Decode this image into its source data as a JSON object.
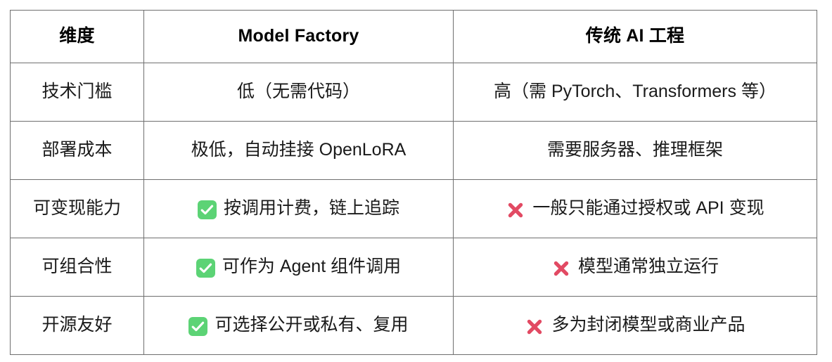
{
  "table": {
    "columns": [
      "维度",
      "Model Factory",
      "传统 AI 工程"
    ],
    "rows": [
      {
        "dimension": "技术门槛",
        "model_factory": {
          "icon": "none",
          "text": "低（无需代码）"
        },
        "traditional": {
          "icon": "none",
          "text": "高（需 PyTorch、Transformers 等）"
        }
      },
      {
        "dimension": "部署成本",
        "model_factory": {
          "icon": "none",
          "text": "极低，自动挂接 OpenLoRA"
        },
        "traditional": {
          "icon": "none",
          "text": "需要服务器、推理框架"
        }
      },
      {
        "dimension": "可变现能力",
        "model_factory": {
          "icon": "check-icon",
          "text": "按调用计费，链上追踪"
        },
        "traditional": {
          "icon": "cross-icon",
          "text": "一般只能通过授权或 API 变现"
        }
      },
      {
        "dimension": "可组合性",
        "model_factory": {
          "icon": "check-icon",
          "text": "可作为 Agent 组件调用"
        },
        "traditional": {
          "icon": "cross-icon",
          "text": "模型通常独立运行"
        }
      },
      {
        "dimension": "开源友好",
        "model_factory": {
          "icon": "check-icon",
          "text": "可选择公开或私有、复用"
        },
        "traditional": {
          "icon": "cross-icon",
          "text": "多为封闭模型或商业产品"
        }
      }
    ]
  },
  "colors": {
    "check_badge": "#5cd375",
    "check_glyph": "#ffffff",
    "cross": "#e24a63",
    "border": "#6f6f6f",
    "text": "#1a1a1a",
    "background": "#ffffff"
  }
}
